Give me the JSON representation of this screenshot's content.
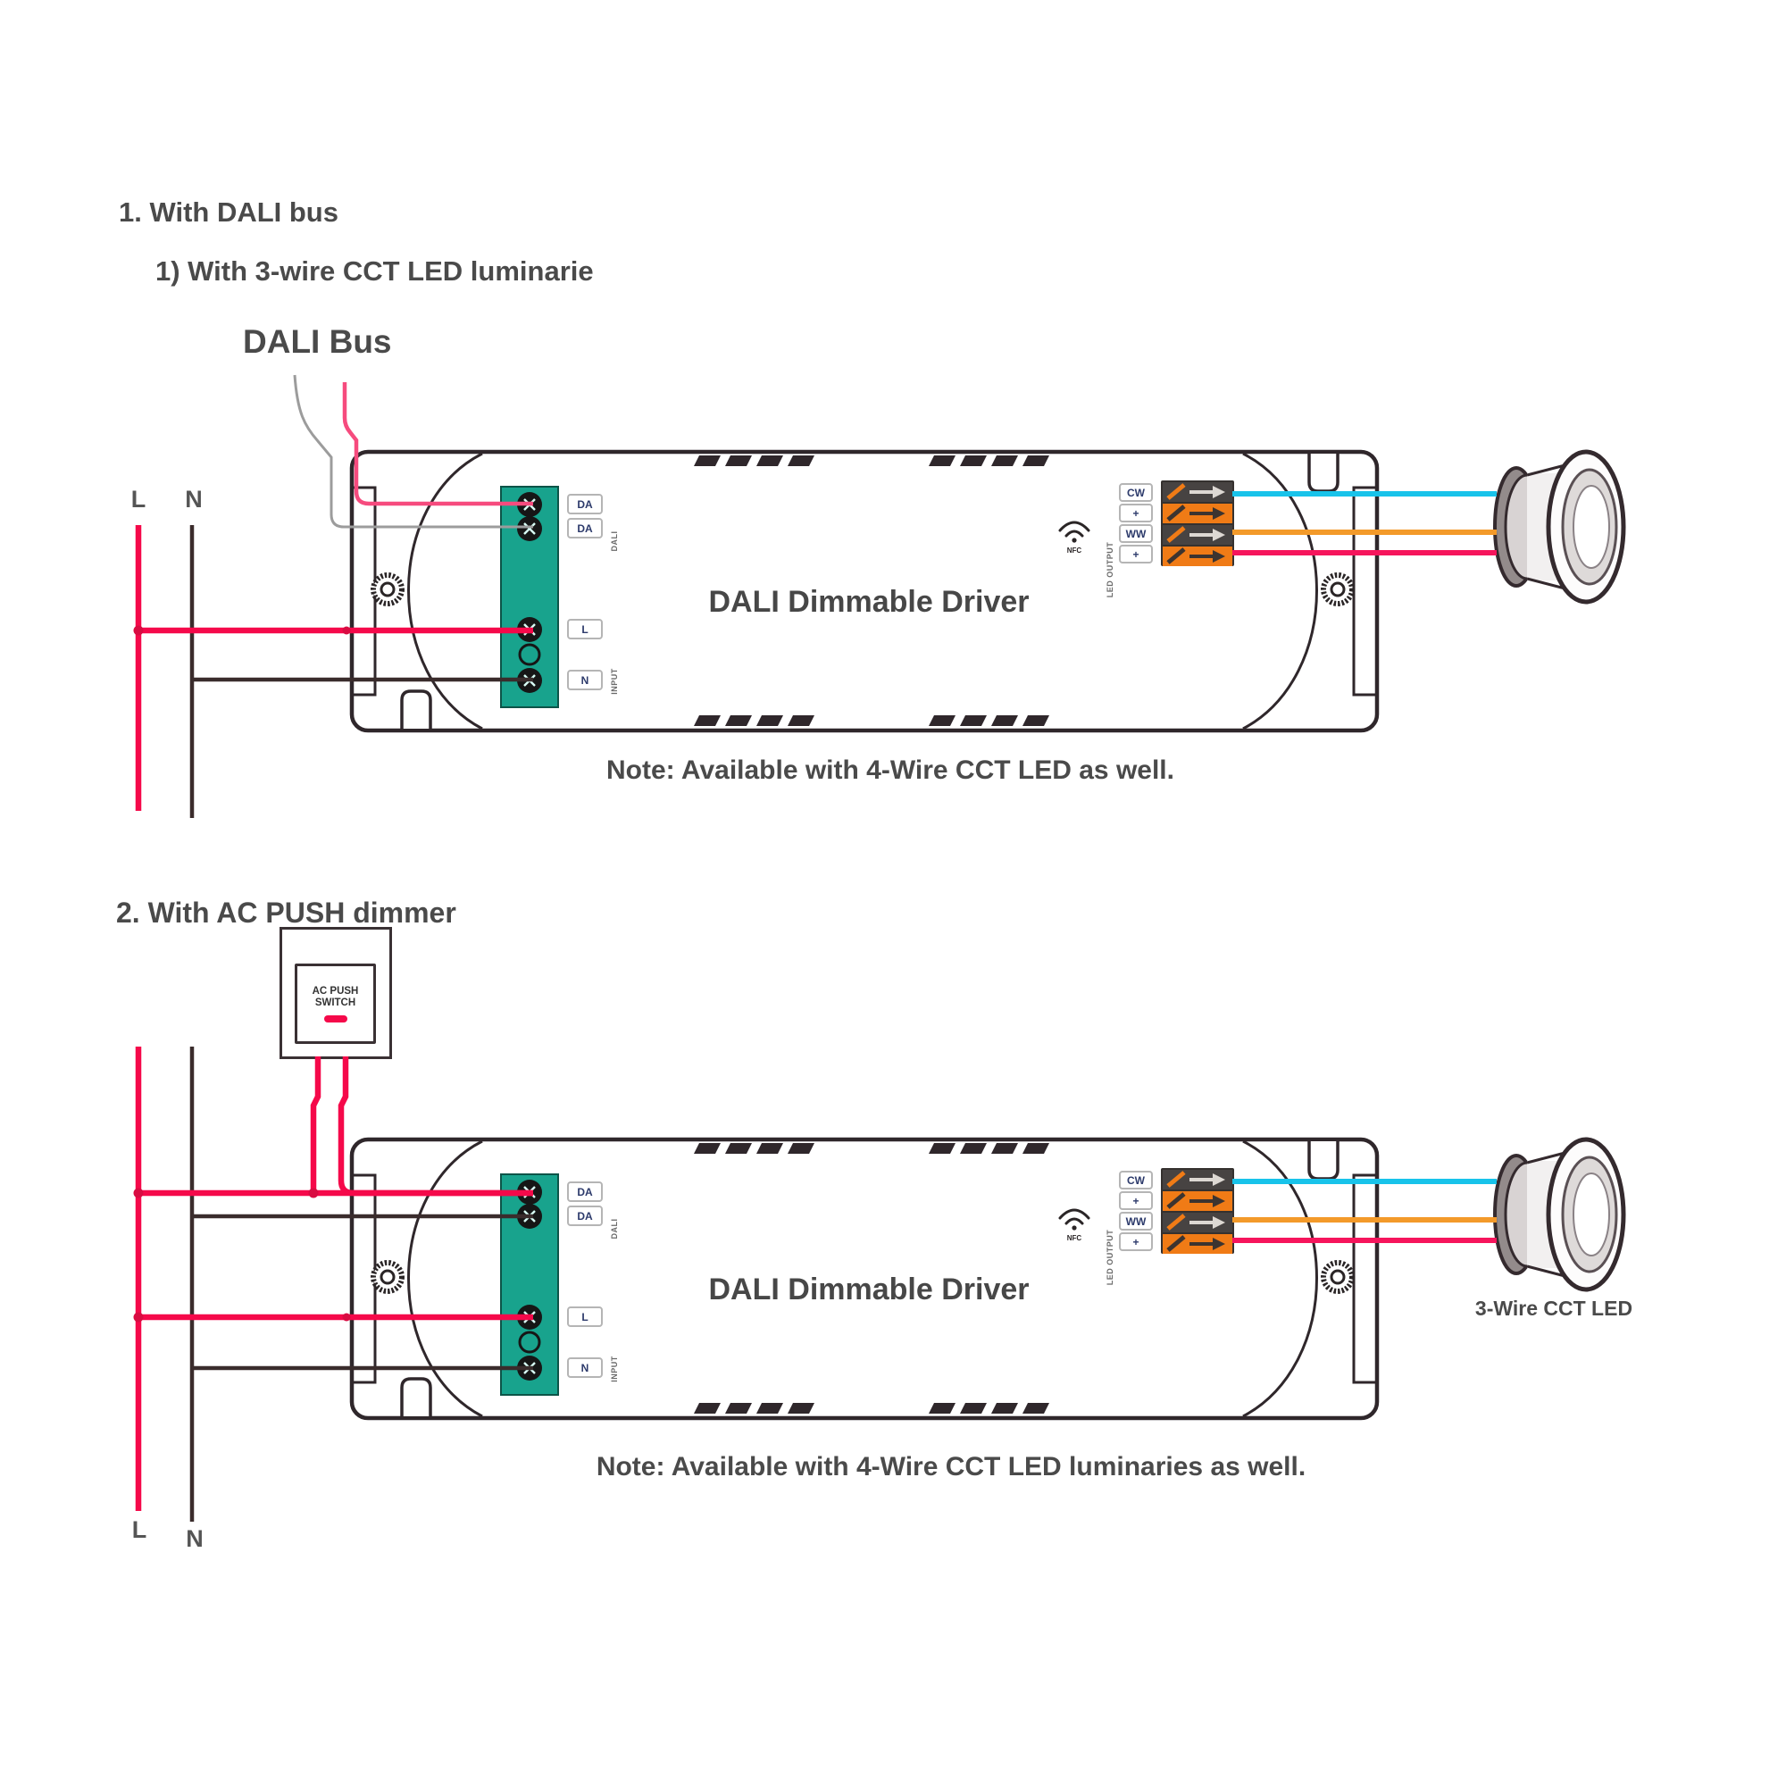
{
  "colors": {
    "text_gray": "#4a4a4a",
    "wire_live": "#f5094a",
    "wire_neutral": "#3a2c2c",
    "wire_dali_plus": "#f64b7e",
    "wire_dali_minus": "#9c9c9c",
    "wire_cool_white": "#18c3ea",
    "wire_warm_white": "#f39a2a",
    "wire_common": "#f6155c",
    "terminal_block_green": "#18a38d",
    "connector_orange": "#f07b16",
    "switch_indicator_red": "#f5094a"
  },
  "diagram1": {
    "heading": "1. With DALI bus",
    "subheading": "1)  With 3-wire CCT LED luminarie",
    "bus_label": "DALI Bus",
    "line_label": "L",
    "neutral_label": "N",
    "note": "Note: Available with 4-Wire CCT LED as well."
  },
  "diagram2": {
    "heading": "2. With AC PUSH dimmer",
    "switch_line1": "AC PUSH",
    "switch_line2": "SWITCH",
    "line_label": "L",
    "neutral_label": "N",
    "led_label": "3-Wire CCT LED",
    "note": "Note: Available with 4-Wire CCT LED luminaries as well."
  },
  "driver": {
    "title": "DALI Dimmable Driver",
    "dali_terminal_labels": [
      "DA",
      "DA"
    ],
    "mains_terminal_labels": [
      "L",
      "N"
    ],
    "dali_vertical_label": "DALI",
    "mains_vertical_label": "INPUT",
    "output_terminal_labels": [
      "CW",
      "+",
      "WW",
      "+"
    ],
    "output_vertical_label": "LED OUTPUT",
    "nfc_label": "NFC"
  }
}
